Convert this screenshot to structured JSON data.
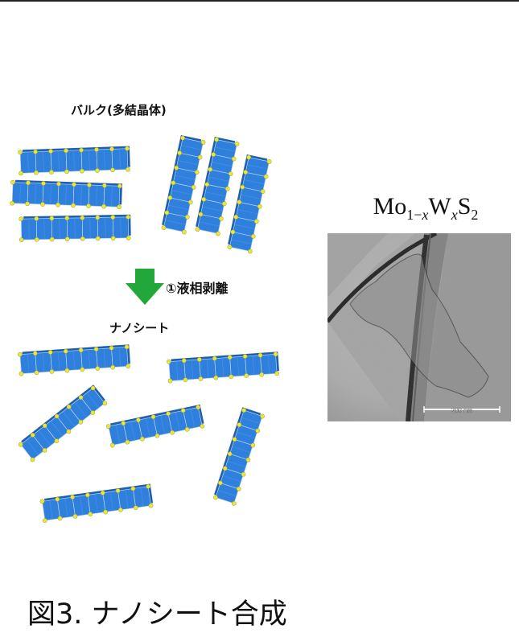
{
  "labels": {
    "bulk": "バルク(多結晶体)",
    "step": "①液相剥離",
    "nanosheet": "ナノシート"
  },
  "formula": {
    "base": "Mo",
    "sub1": "1−",
    "sub1_var": "x",
    "w": "W",
    "sub2_var": "x",
    "s": "S",
    "sub3": "2"
  },
  "tem_image": {
    "scale_bar": "200 nm"
  },
  "caption": "図3. ナノシート合成",
  "colors": {
    "sheet_blue": "#2f7fdc",
    "sheet_dark": "#1f5fb0",
    "sheet_edge": "#b7d3f3",
    "sulfur_yellow": "#e8e640",
    "arrow_green": "#22a83a"
  }
}
